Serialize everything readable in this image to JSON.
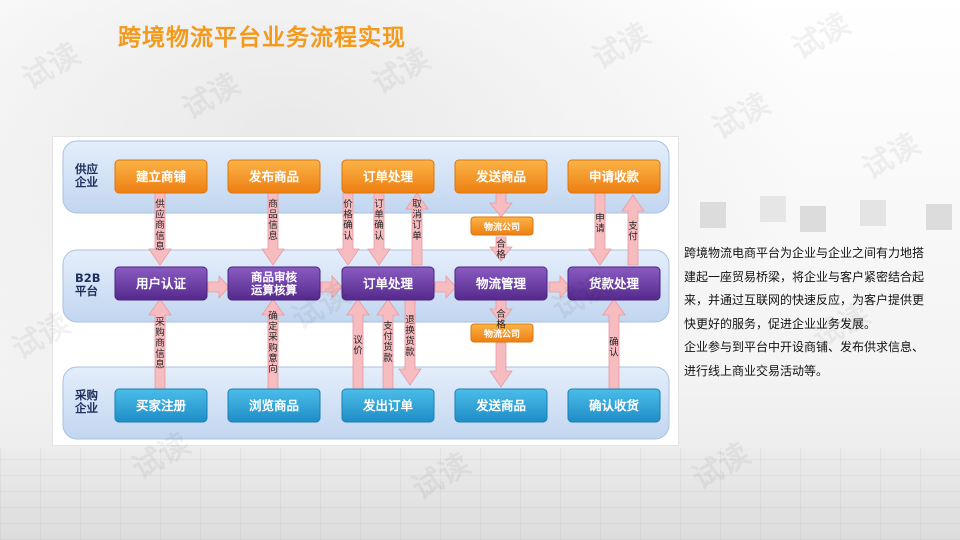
{
  "page": {
    "title": "跨境物流平台业务流程实现"
  },
  "lanes": {
    "supply": "供应\n企业",
    "b2b": "B2B\n平台",
    "buyer": "采购\n企业"
  },
  "nodes": {
    "shop": "建立商铺",
    "publish": "发布商品",
    "order_supply": "订单处理",
    "ship_supply": "发送商品",
    "apply_payment": "申请收款",
    "auth": "用户认证",
    "review": "商品审核\n运算核算",
    "order_b2b": "订单处理",
    "logistics_mgmt": "物流管理",
    "payment": "货款处理",
    "register": "买家注册",
    "browse": "浏览商品",
    "place_order": "发出订单",
    "ship_buyer": "发送商品",
    "confirm": "确认收货",
    "logistics_top": "物流公司",
    "logistics_bottom": "物流公司"
  },
  "arrow_labels": {
    "supply_info": "供\n应\n商\n信\n息",
    "product_info": "商\n品\n信\n息",
    "price_confirm": "价\n格\n确\n认",
    "order_confirm": "订\n单\n确\n认",
    "cancel_order": "取\n消\n订\n单",
    "cooperate_top": "合\n格",
    "apply": "申\n请",
    "pay": "支\n付",
    "purchase_info": "采\n购\n商\n信\n息",
    "confirm_intent": "确\n定\n采\n购\n意\n向",
    "negotiate": "议\n价",
    "pay_goods": "支\n付\n货\n款",
    "refund": "退\n换\n货\n款",
    "cooperate_bottom": "合\n格",
    "confirm_receipt": "确\n认"
  },
  "description": {
    "p1": "跨境物流电商平台为企业与企业之间有力地搭建起一座贸易桥梁，将企业与客户紧密结合起来，并通过互联网的快速反应，为客户提供更快更好的服务，促进企业业务发展。",
    "p2": "企业参与到平台中开设商铺、发布供求信息、进行线上商业交易活动等。"
  },
  "watermark": "试读",
  "colors": {
    "title": "#f39a1d",
    "orange_node": "#f39a1d",
    "purple_node": "#6a3ea1",
    "blue_node": "#2ea3d8",
    "lane": "#c9dcf3",
    "arrow": "#f6bcc0"
  }
}
